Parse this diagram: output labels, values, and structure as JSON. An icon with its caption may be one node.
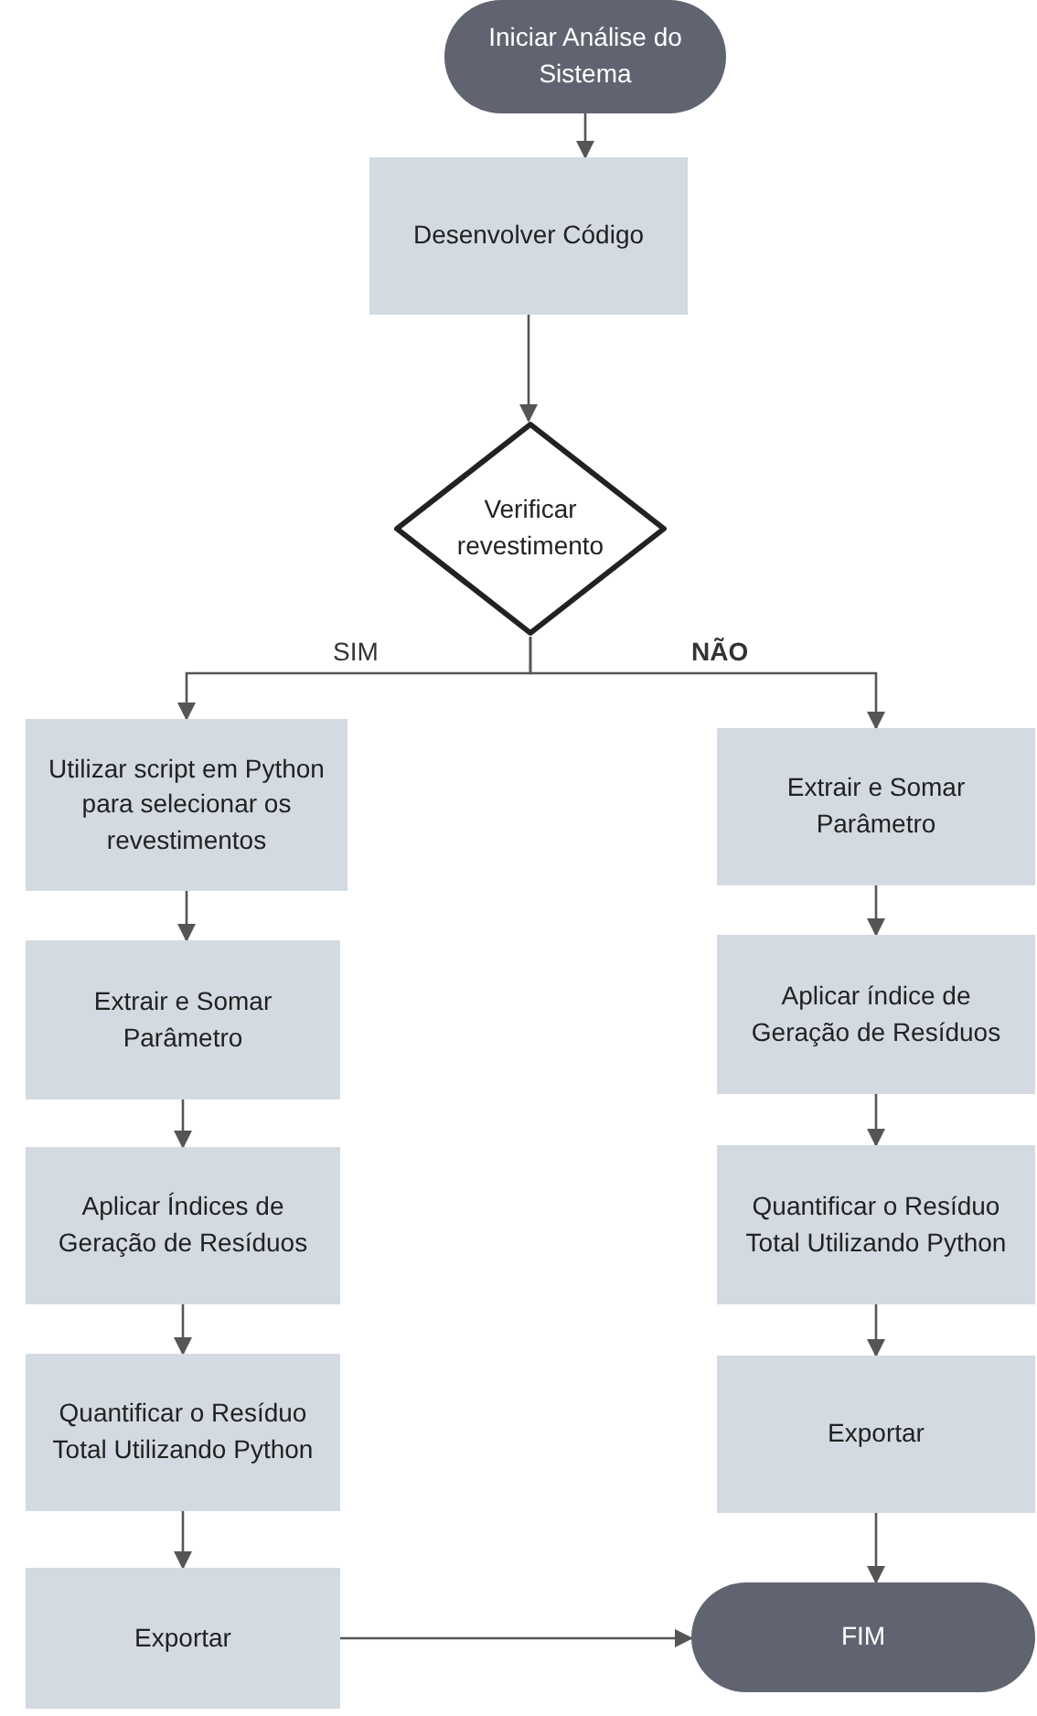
{
  "diagram": {
    "nodes": [
      {
        "text": [
          "Iniciar Análise do Sistema"
        ]
      },
      {
        "text": [
          "Desenvolver Código"
        ]
      },
      {
        "text": [
          "Verificar revestimento"
        ]
      },
      {
        "text": [
          "Utilizar script em Python para selecionar os revestimentos"
        ]
      },
      {
        "text": [
          "Extrair e Somar Parâmetro"
        ]
      },
      {
        "text": [
          "Aplicar Índices de Geração de Resíduos"
        ]
      },
      {
        "text": [
          "Quantificar o Resíduo Total Utilizando Python"
        ]
      },
      {
        "text": [
          "Exportar"
        ]
      },
      {
        "text": [
          "Extrair e Somar Parâmetro"
        ]
      },
      {
        "text": [
          "Aplicar índice de Geração de Resíduos"
        ]
      },
      {
        "text": [
          "Quantificar o Resíduo Total Utilizando Python"
        ]
      },
      {
        "text": [
          "Exportar"
        ]
      },
      {
        "text": [
          "FIM"
        ]
      }
    ],
    "edges": [
      {
        "from": 0,
        "to": 1,
        "arrow": "to"
      },
      {
        "from": 1,
        "to": 2,
        "arrow": "to"
      },
      {
        "from": 2,
        "to": 3,
        "arrow": "to",
        "label": "SIM"
      },
      {
        "from": 2,
        "to": 8,
        "arrow": "to",
        "label": "NÃO"
      },
      {
        "from": 3,
        "to": 4,
        "arrow": "to"
      },
      {
        "from": 4,
        "to": 5,
        "arrow": "to"
      },
      {
        "from": 5,
        "to": 6,
        "arrow": "to"
      },
      {
        "from": 6,
        "to": 7,
        "arrow": "to"
      },
      {
        "from": 7,
        "to": 12,
        "arrow": "to"
      },
      {
        "from": 8,
        "to": 9,
        "arrow": "to"
      },
      {
        "from": 9,
        "to": 10,
        "arrow": "to"
      },
      {
        "from": 10,
        "to": 11,
        "arrow": "to"
      },
      {
        "from": 11,
        "to": 12,
        "arrow": "to"
      }
    ]
  }
}
